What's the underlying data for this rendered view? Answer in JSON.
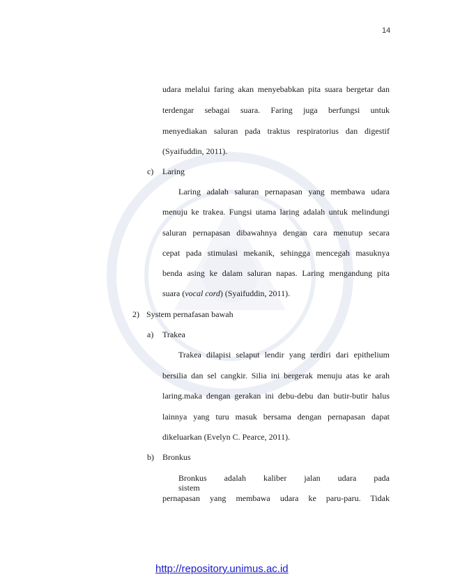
{
  "page_number": "14",
  "paragraphs": {
    "faring_cont": [
      "udara melalui faring akan menyebabkan pita suara bergetar dan",
      "terdengar sebagai suara. Faring juga berfungsi untuk",
      "menyediakan saluran pada traktus respiratorius dan digestif",
      "(Syaifuddin, 2011)."
    ],
    "laring_marker": "c)",
    "laring_heading": "Laring",
    "laring_text": [
      "Laring adalah saluran pernapasan yang membawa udara",
      "menuju ke trakea. Fungsi utama laring adalah untuk melindungi",
      "saluran pernapasan dibawahnya dengan cara menutup secara",
      "cepat pada stimulasi mekanik, sehingga mencegah masuknya",
      "benda asing ke dalam saluran napas. Laring mengandung pita"
    ],
    "laring_last_pre": "suara (",
    "laring_last_italic": "vocal cord",
    "laring_last_post": ") (Syaifuddin, 2011).",
    "section2_marker": "2)",
    "section2_heading": "System pernafasan bawah",
    "trakea_marker": "a)",
    "trakea_heading": "Trakea",
    "trakea_text": [
      "Trakea dilapisi selaput lendir yang terdiri dari epithelium",
      "bersilia dan sel cangkir. Silia ini bergerak menuju atas ke arah",
      "laring.maka dengan gerakan ini debu-debu dan butir-butir halus",
      "lainnya yang turu masuk bersama dengan pernapasan dapat",
      "dikeluarkan (Evelyn C. Pearce, 2011)."
    ],
    "bronkus_marker": "b)",
    "bronkus_heading": "Bronkus",
    "bronkus_text": [
      "Bronkus adalah kaliber jalan udara pada sistem",
      "pernapasan yang membawa udara ke paru-paru. Tidak"
    ]
  },
  "footer_link": "http://repository.unimus.ac.id"
}
